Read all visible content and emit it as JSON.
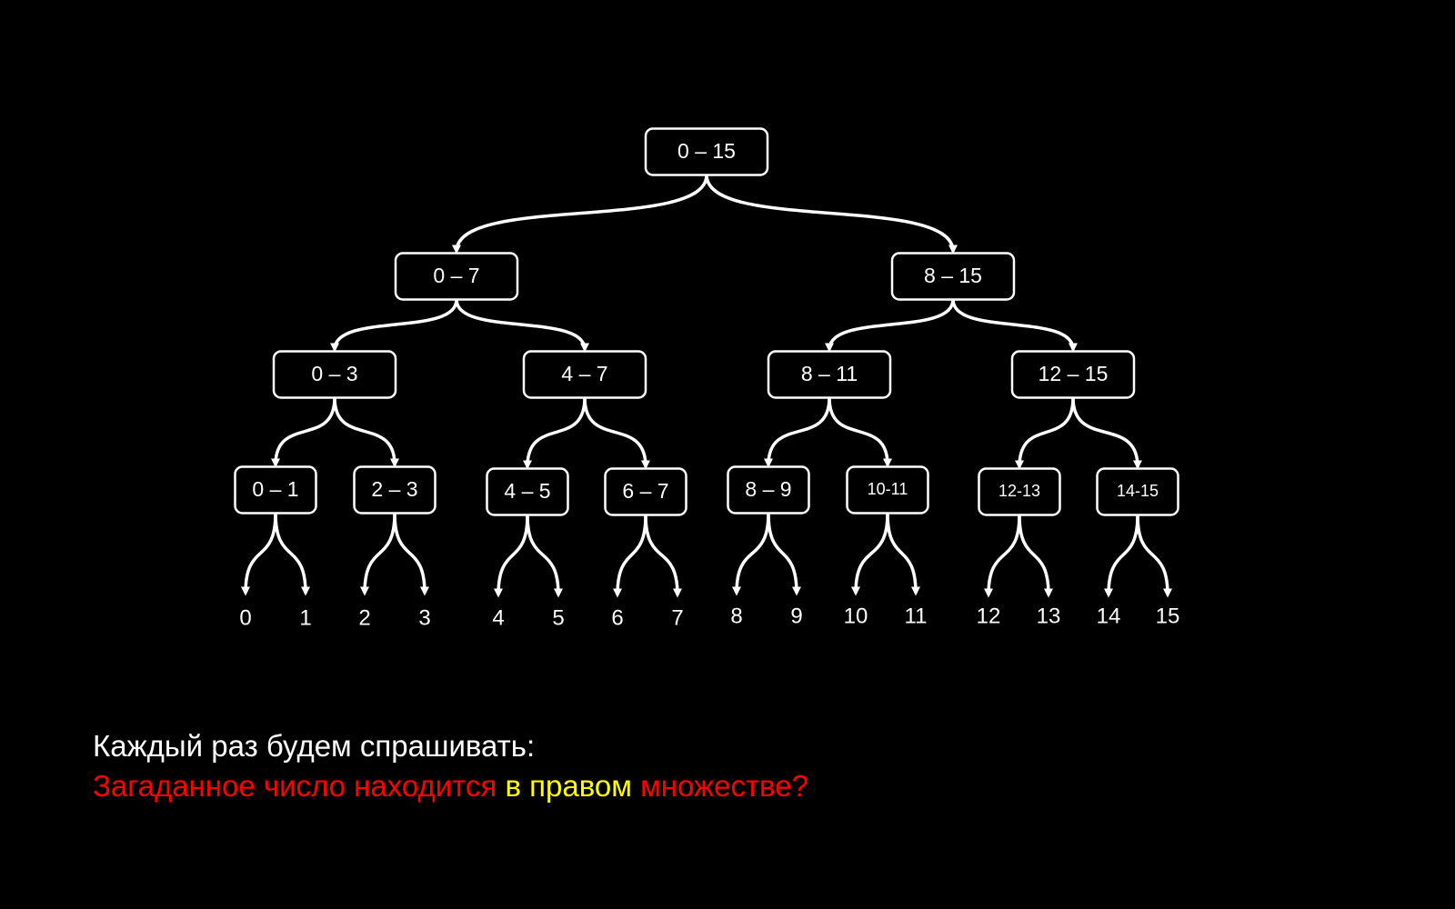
{
  "colors": {
    "background": "#000000",
    "line": "#ffffff",
    "text": "#ffffff",
    "red": "#ff0000",
    "yellow": "#ffff00"
  },
  "tree": {
    "root": "0 – 15",
    "level1": [
      "0 – 7",
      "8 – 15"
    ],
    "level2": [
      "0 – 3",
      "4 – 7",
      "8 – 11",
      "12 – 15"
    ],
    "level3": [
      "0 – 1",
      "2 – 3",
      "4 – 5",
      "6 – 7",
      "8 – 9",
      "10-11",
      "12-13",
      "14-15"
    ],
    "leaves": [
      "0",
      "1",
      "2",
      "3",
      "4",
      "5",
      "6",
      "7",
      "8",
      "9",
      "10",
      "11",
      "12",
      "13",
      "14",
      "15"
    ]
  },
  "caption": {
    "line1": "Каждый раз будем спрашивать:",
    "line2_part1": "Загаданное число находится ",
    "line2_part2": "в правом",
    "line2_part3": " множестве?"
  }
}
